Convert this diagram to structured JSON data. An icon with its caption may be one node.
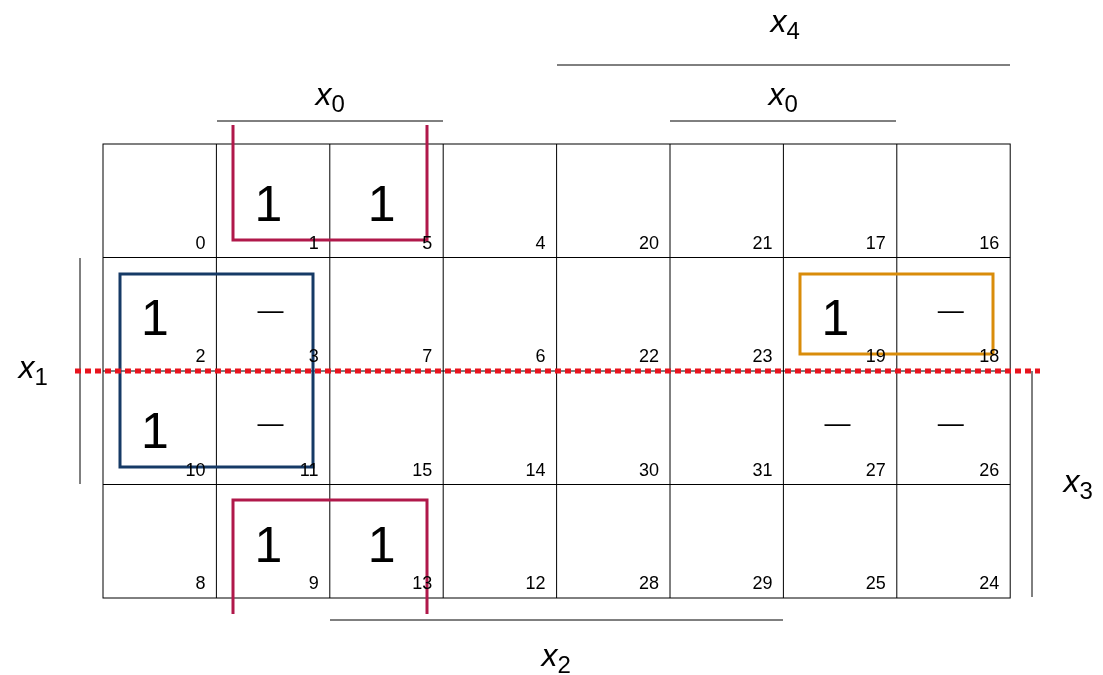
{
  "diagram": {
    "labels": [
      "x$_{4}$",
      "x$_{0}$",
      "x$_{0}$",
      "0",
      "1",
      "1",
      "1",
      "5",
      "4",
      "20",
      "21",
      "17",
      "16",
      "1",
      "2",
      "—",
      "3",
      "7",
      "6",
      "22",
      "23",
      "1",
      "19",
      "—",
      "18",
      "x$_{1}$",
      "1",
      "10",
      "—",
      "11",
      "15",
      "14",
      "30",
      "31",
      "—",
      "27",
      "—",
      "26",
      "x$_{3}$",
      "8",
      "1",
      "9",
      "1",
      "13",
      "12",
      "28",
      "29",
      "25",
      "24",
      "x$_{2}$"
    ]
  }
}
